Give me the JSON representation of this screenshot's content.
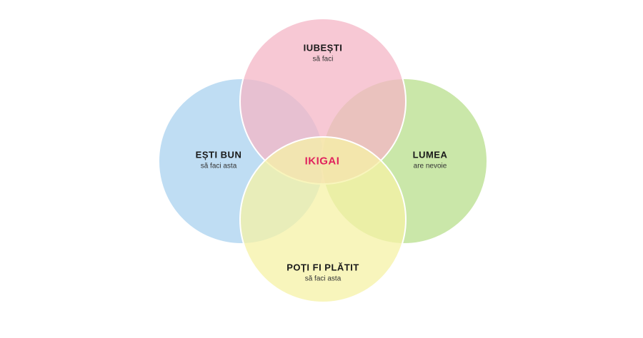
{
  "diagram": {
    "circles": {
      "love": {
        "title": "IUBEȘTI",
        "subtitle": "să faci",
        "color": "#f4b6c6"
      },
      "good": {
        "title": "EȘTI BUN",
        "subtitle": "să faci asta",
        "color": "#a9d2ef"
      },
      "world": {
        "title": "LUMEA",
        "subtitle": "are nevoie",
        "color": "#b8df8c"
      },
      "paid": {
        "title": "POȚI FI PLĂTIT",
        "subtitle": "să faci asta",
        "color": "#f6f2a6"
      }
    },
    "center": {
      "label": "IKIGAI",
      "color": "#e0245e"
    }
  }
}
